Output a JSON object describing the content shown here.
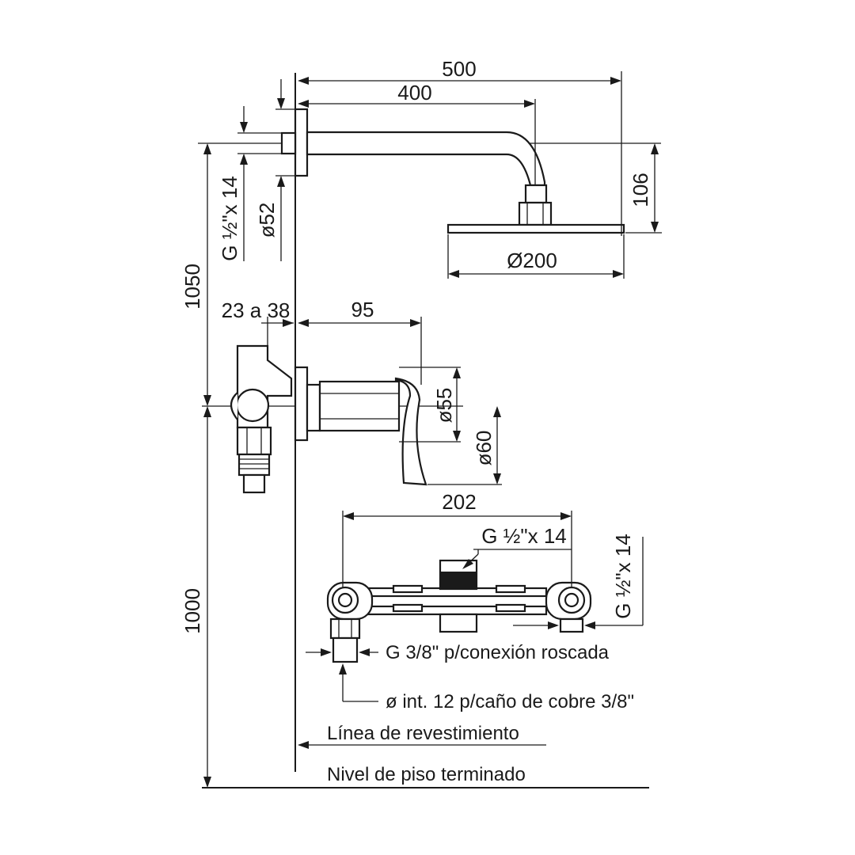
{
  "dimensions": {
    "width_500": "500",
    "width_400": "400",
    "height_106": "106",
    "diameter_200": "Ø200",
    "diameter_52": "ø52",
    "thread_arm": "G ½\"x 14",
    "height_1050": "1050",
    "wall_range": "23 a 38",
    "depth_95": "95",
    "diameter_55": "ø55",
    "diameter_60": "ø60",
    "width_202": "202",
    "thread_top": "G ½\"x 14",
    "thread_right": "G ½\"x 14",
    "height_1000": "1000"
  },
  "notes": {
    "threaded_connection": "G 3/8\" p/conexión roscada",
    "copper_pipe": "ø int. 12 p/caño de cobre 3/8\"",
    "cladding_line": "Línea de revestimiento",
    "finished_floor": "Nivel de piso terminado"
  },
  "colors": {
    "ink": "#1a1a1a",
    "paper": "#ffffff"
  }
}
